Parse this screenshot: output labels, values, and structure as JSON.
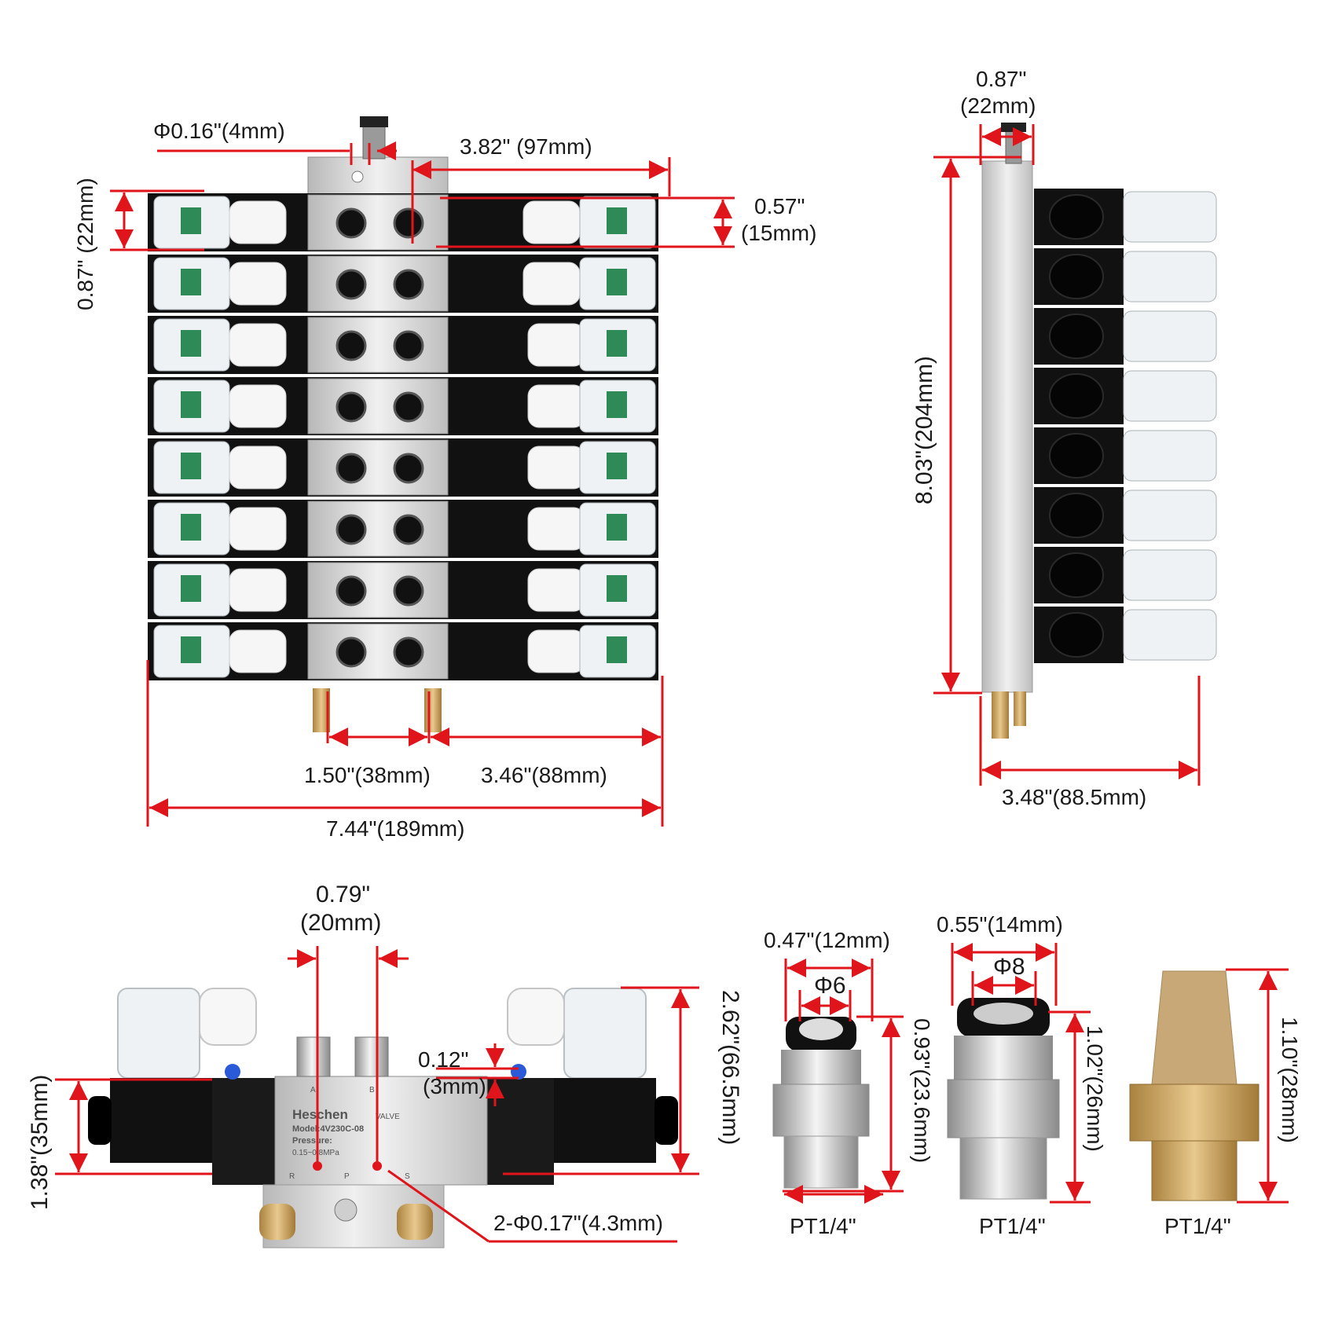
{
  "colors": {
    "dimension_line": "#e0141b",
    "solenoid_body": "#111111",
    "aluminum": "#d9d9d9",
    "brass": "#c8a26a",
    "coil_clear": "#eef2f4",
    "pcb_green": "#2e8b57"
  },
  "front_view": {
    "port_diameter": "Φ0.16\"(4mm)",
    "top_width": "3.82\" (97mm)",
    "valve_pitch_in": "0.57\"",
    "valve_pitch_mm": "(15mm)",
    "valve_height": "0.87\" (22mm)",
    "exhaust_spacing": "1.50\"(38mm)",
    "right_span": "3.46\"(88mm)",
    "overall_width": "7.44\"(189mm)",
    "valve_count": 8
  },
  "side_view": {
    "thickness_in": "0.87\"",
    "thickness_mm": "(22mm)",
    "height": "8.03\"(204mm)",
    "depth": "3.48\"(88.5mm)"
  },
  "single_valve": {
    "port_spacing_in": "0.79\"",
    "port_spacing_mm": "(20mm)",
    "gap_in": "0.12\"",
    "gap_mm": "(3mm)",
    "total_height": "2.62\"(66.5mm)",
    "body_height": "1.38\"(35mm)",
    "mount_holes": "2-Φ0.17\"(4.3mm)",
    "brand": "Heschen",
    "brand_tag": "VALVE",
    "model": "Model:4V230C-08",
    "pressure_label": "Pressure:",
    "pressure_value": "0.15~0.8MPa",
    "port_a": "A",
    "port_b": "B",
    "port_r": "R",
    "port_p": "P",
    "port_s": "S"
  },
  "fittings": [
    {
      "width": "0.47\"(12mm)",
      "tube": "Φ6",
      "height": "0.93\"(23.6mm)",
      "thread": "PT1/4\""
    },
    {
      "width": "0.55\"(14mm)",
      "tube": "Φ8",
      "height": "1.02\"(26mm)",
      "thread": "PT1/4\""
    }
  ],
  "muffler": {
    "height": "1.10\"(28mm)",
    "thread": "PT1/4\""
  }
}
